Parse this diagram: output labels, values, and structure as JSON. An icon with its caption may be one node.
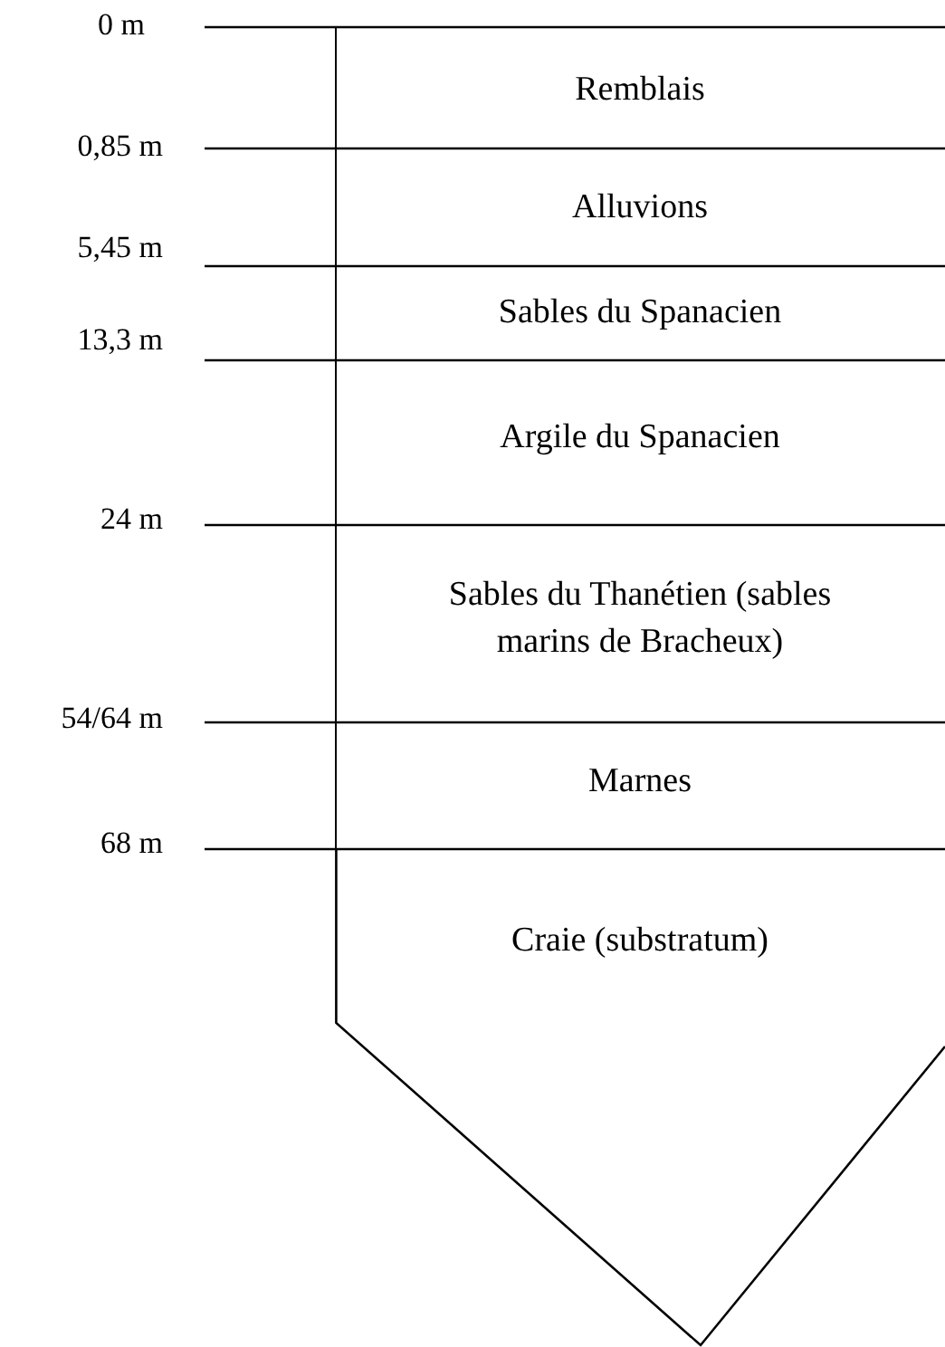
{
  "diagram": {
    "nodes": [
      {
        "text": [
          "Remblais"
        ]
      },
      {
        "text": [
          "Alluvions"
        ]
      },
      {
        "text": [
          "Sables du Spanacien"
        ]
      },
      {
        "text": [
          "Argile du Spanacien"
        ]
      },
      {
        "text": [
          "Sables du Thanétien (sables marins de Bracheux)"
        ]
      },
      {
        "text": [
          "Marnes"
        ]
      },
      {
        "text": [
          "Craie (substratum)"
        ]
      }
    ],
    "labels": [
      "0 m",
      "0,85 m",
      "5,45 m",
      "13,3 m",
      "24 m",
      "54/64 m",
      "68 m"
    ]
  }
}
